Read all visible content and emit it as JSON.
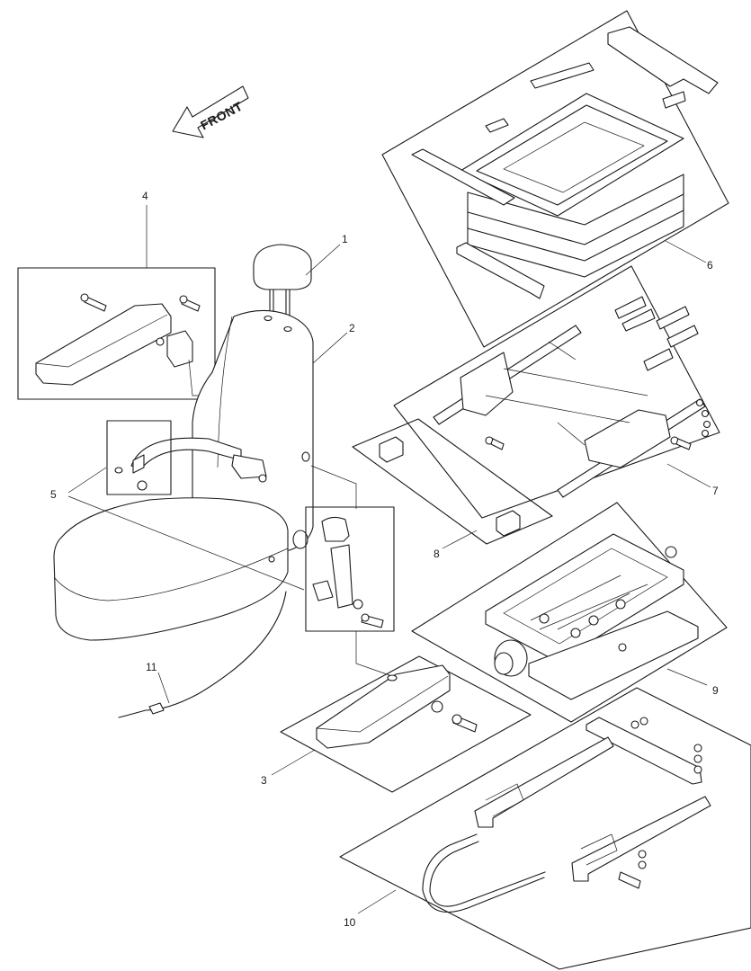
{
  "diagram": {
    "front_label": "FRONT",
    "callouts": [
      {
        "id": "1",
        "text": "1"
      },
      {
        "id": "2",
        "text": "2"
      },
      {
        "id": "3",
        "text": "3"
      },
      {
        "id": "4",
        "text": "4"
      },
      {
        "id": "5",
        "text": "5"
      },
      {
        "id": "6",
        "text": "6"
      },
      {
        "id": "7",
        "text": "7"
      },
      {
        "id": "8",
        "text": "8"
      },
      {
        "id": "9",
        "text": "9"
      },
      {
        "id": "10",
        "text": "10"
      },
      {
        "id": "11",
        "text": "11"
      }
    ]
  }
}
